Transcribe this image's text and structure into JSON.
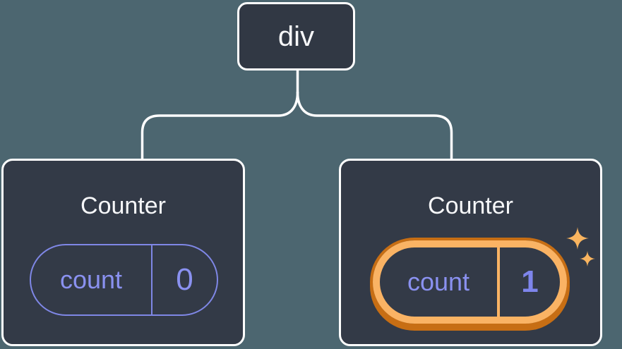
{
  "diagram": {
    "kind": "component-tree",
    "root": {
      "label": "div"
    },
    "children": [
      {
        "title": "Counter",
        "state": {
          "label": "count",
          "value": "0"
        },
        "highlighted": false
      },
      {
        "title": "Counter",
        "state": {
          "label": "count",
          "value": "1"
        },
        "highlighted": true
      }
    ]
  },
  "icons": {
    "sparkle_large": "sparkle-icon",
    "sparkle_small": "sparkle-icon"
  },
  "colors": {
    "background": "#4C6670",
    "node_fill": "#313844",
    "card_fill": "#333A47",
    "node_border": "#FFFFFF",
    "connector": "#FFFFFF",
    "text_primary": "#F6F7F9",
    "state_accent": "#8A91F0",
    "state_border": "#7F87E6",
    "highlight_outer_orange": "#C76E14",
    "highlight_inner_orange": "#FAB364",
    "sparkle": "#F9B45F"
  }
}
